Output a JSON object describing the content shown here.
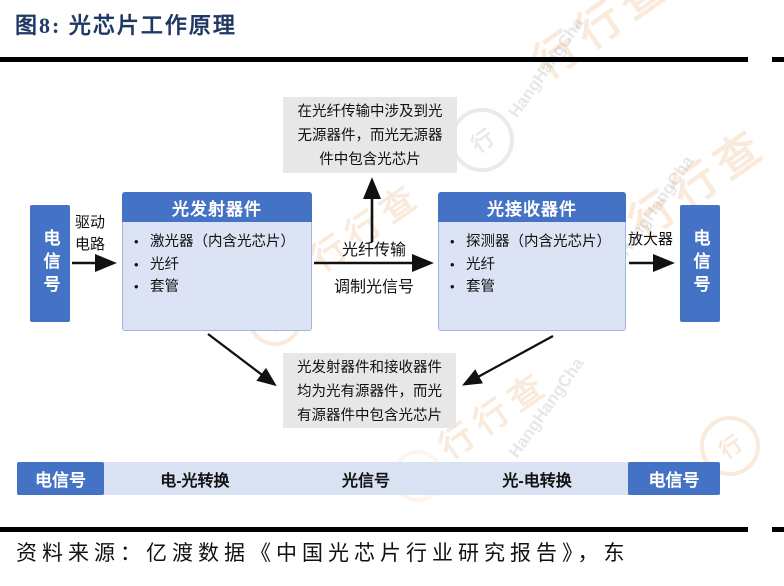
{
  "title": "图8:  光芯片工作原理",
  "watermark": {
    "logo_text": "行行查",
    "script_text": "HangHangCha",
    "logo_glyph": "行"
  },
  "diagram": {
    "left_signal": "电信号",
    "right_signal": "电信号",
    "drive_label": "驱动电路",
    "fiber_label": "光纤传输",
    "modulated_label": "调制光信号",
    "amplifier_label": "放大器",
    "bullet_glyph": "•",
    "transmitter": {
      "title": "光发射器件",
      "items": [
        "激光器（内含光芯片）",
        "光纤",
        "套管"
      ]
    },
    "receiver": {
      "title": "光接收器件",
      "items": [
        "探测器（内含光芯片）",
        "光纤",
        "套管"
      ]
    },
    "top_note_lines": [
      "在光纤传输中涉及到光",
      "无源器件，而光无源器",
      "件中包含光芯片"
    ],
    "bottom_note_lines": [
      "光发射器件和接收器件",
      "均为光有源器件，而光",
      "有源器件中包含光芯片"
    ]
  },
  "process_bar": {
    "left": "电信号",
    "steps": [
      "电-光转换",
      "光信号",
      "光-电转换"
    ],
    "right": "电信号"
  },
  "source": "资料来源：亿渡数据《中国光芯片行业研究报告》，东",
  "colors": {
    "accent": "#4472C4",
    "device_body": "#DBE3F4",
    "note_gray": "#E8E7E7",
    "bar_light": "#D9E2F3",
    "title_navy": "#1F3864",
    "arrow_black": "#111111"
  }
}
